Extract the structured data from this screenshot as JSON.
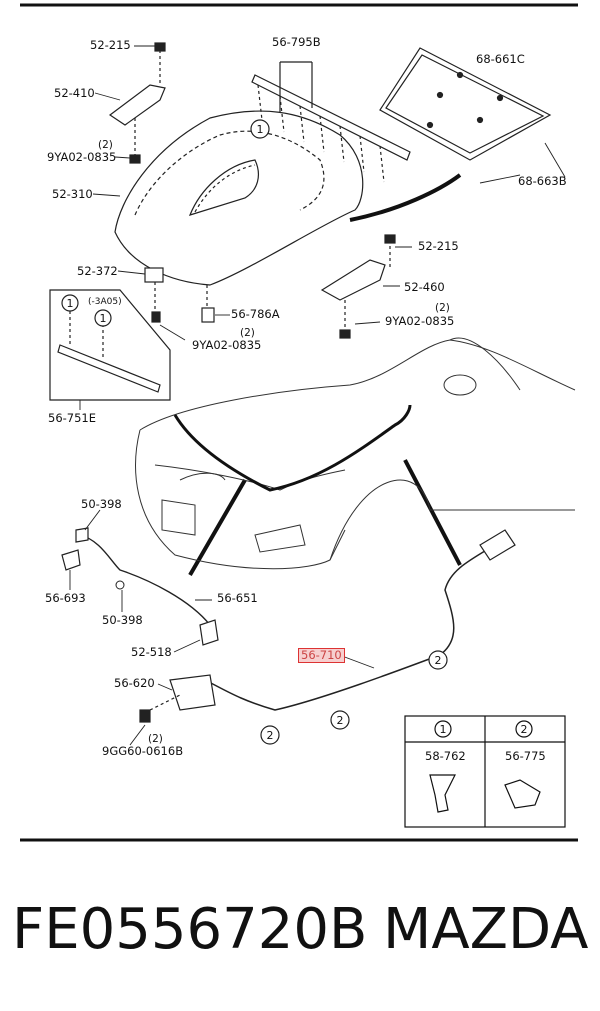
{
  "labels": {
    "l52_215a": "52-215",
    "l52_410": "52-410",
    "l9ya_a_qty": "(2)",
    "l9ya_a": "9YA02-0835",
    "l52_310": "52-310",
    "l52_372": "52-372",
    "l56_795b": "56-795B",
    "l68_661c": "68-661C",
    "l68_663b": "68-663B",
    "l52_215b": "52-215",
    "l52_460": "52-460",
    "l9ya_b_qty": "(2)",
    "l9ya_b": "9YA02-0835",
    "l56_786a": "56-786A",
    "l9ya_c_qty": "(2)",
    "l9ya_c": "9YA02-0835",
    "l3a05": "(-3A05)",
    "l56_751e": "56-751E",
    "l50_398a": "50-398",
    "l56_693": "56-693",
    "l50_398b": "50-398",
    "l56_651": "56-651",
    "l52_518": "52-518",
    "l56_710": "56-710",
    "l56_620": "56-620",
    "l9gg_qty": "(2)",
    "l9gg": "9GG60-0616B"
  },
  "callouts": {
    "one": "1",
    "two": "2"
  },
  "legend": {
    "col1_head": "1",
    "col2_head": "2",
    "col1_part": "58-762",
    "col2_part": "56-775"
  },
  "footer": {
    "part_number": "FE0556720B",
    "brand": "MAZDA"
  },
  "colors": {
    "highlight_fill": "#f6cfcf",
    "highlight_border": "#d33"
  }
}
